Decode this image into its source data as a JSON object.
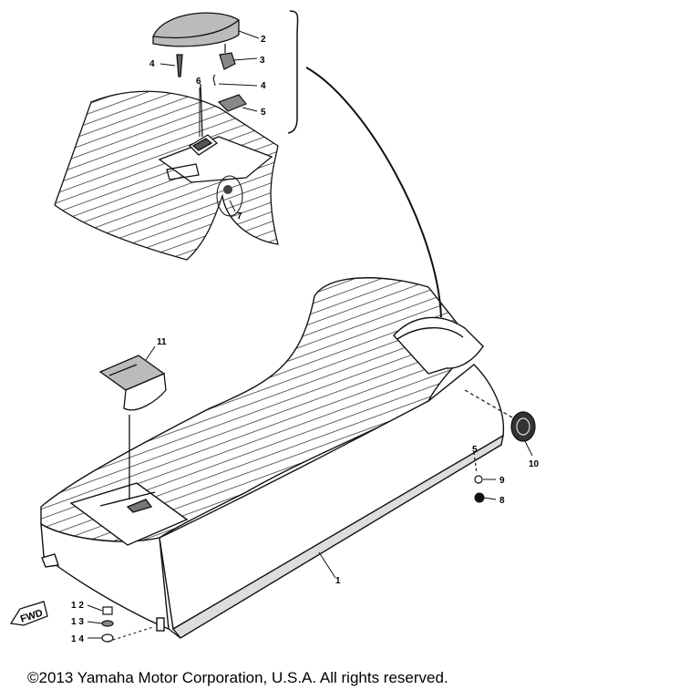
{
  "callouts": {
    "c1": "1",
    "c2": "2",
    "c3": "3",
    "c4a": "4",
    "c4b": "4",
    "c5a": "5",
    "c5b": "5",
    "c6": "6",
    "c7": "7",
    "c8": "8",
    "c9": "9",
    "c10": "10",
    "c11": "11",
    "c12": "1 2",
    "c13": "1 3",
    "c14": "1 4"
  },
  "fwd_label": "FWD",
  "copyright": "©2013 Yamaha Motor Corporation, U.S.A. All rights reserved."
}
